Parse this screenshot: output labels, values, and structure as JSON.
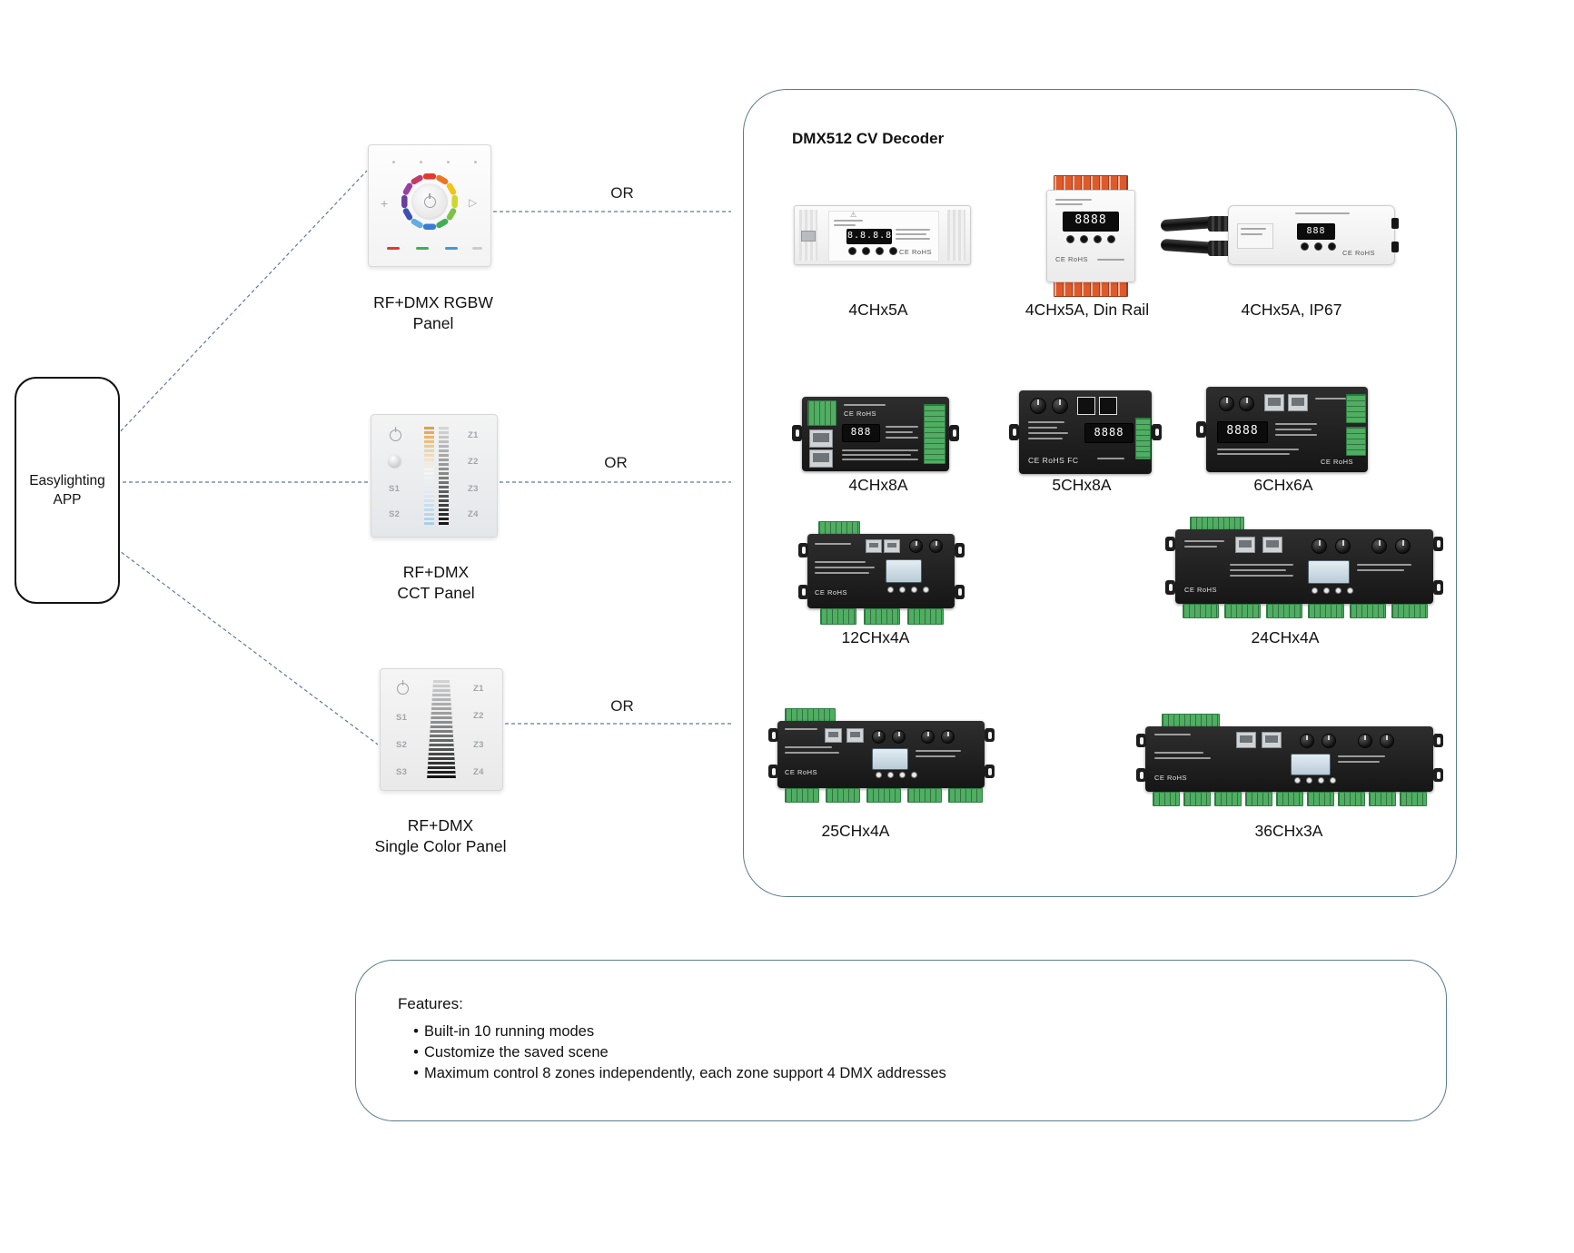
{
  "app": {
    "line1": "Easylighting",
    "line2": "APP"
  },
  "connectors": {
    "or": "OR"
  },
  "panels": [
    {
      "caption_line1": "RF+DMX RGBW",
      "caption_line2": "Panel",
      "plus": "+",
      "play": "▷"
    },
    {
      "caption_line1": "RF+DMX",
      "caption_line2": "CCT Panel",
      "scenes": [
        "S1",
        "S2"
      ],
      "zones": [
        "Z1",
        "Z2",
        "Z3",
        "Z4"
      ]
    },
    {
      "caption_line1": "RF+DMX",
      "caption_line2": "Single Color Panel",
      "scenes": [
        "S1",
        "S2",
        "S3"
      ],
      "zones": [
        "Z1",
        "Z2",
        "Z3",
        "Z4"
      ]
    }
  ],
  "decoder": {
    "title": "DMX512 CV Decoder",
    "products": [
      {
        "label": "4CHx5A",
        "display": "8.8.8.8",
        "marks": "CE RoHS"
      },
      {
        "label": "4CHx5A, Din Rail",
        "display": "8888",
        "marks": "CE RoHS"
      },
      {
        "label": "4CHx5A, IP67",
        "display": "888",
        "marks": "CE RoHS"
      },
      {
        "label": "4CHx8A",
        "display": "888",
        "marks": "CE RoHS"
      },
      {
        "label": "5CHx8A",
        "display": "8888",
        "marks": "CE RoHS FC"
      },
      {
        "label": "6CHx6A",
        "display": "8888",
        "marks": "CE RoHS"
      },
      {
        "label": "12CHx4A",
        "marks": "CE RoHS"
      },
      {
        "label": "24CHx4A",
        "marks": "CE RoHS"
      },
      {
        "label": "25CHx4A",
        "marks": "CE RoHS"
      },
      {
        "label": "36CHx3A",
        "marks": "CE RoHS"
      }
    ]
  },
  "features": {
    "title": "Features:",
    "items": [
      "Built-in 10 running modes",
      "Customize the saved scene",
      "Maximum control 8 zones independently, each zone support 4 DMX addresses"
    ]
  },
  "colors": {
    "line": "#4a6b92",
    "box_border": "#5b7c8c",
    "terminal_green": "#4fae62"
  }
}
